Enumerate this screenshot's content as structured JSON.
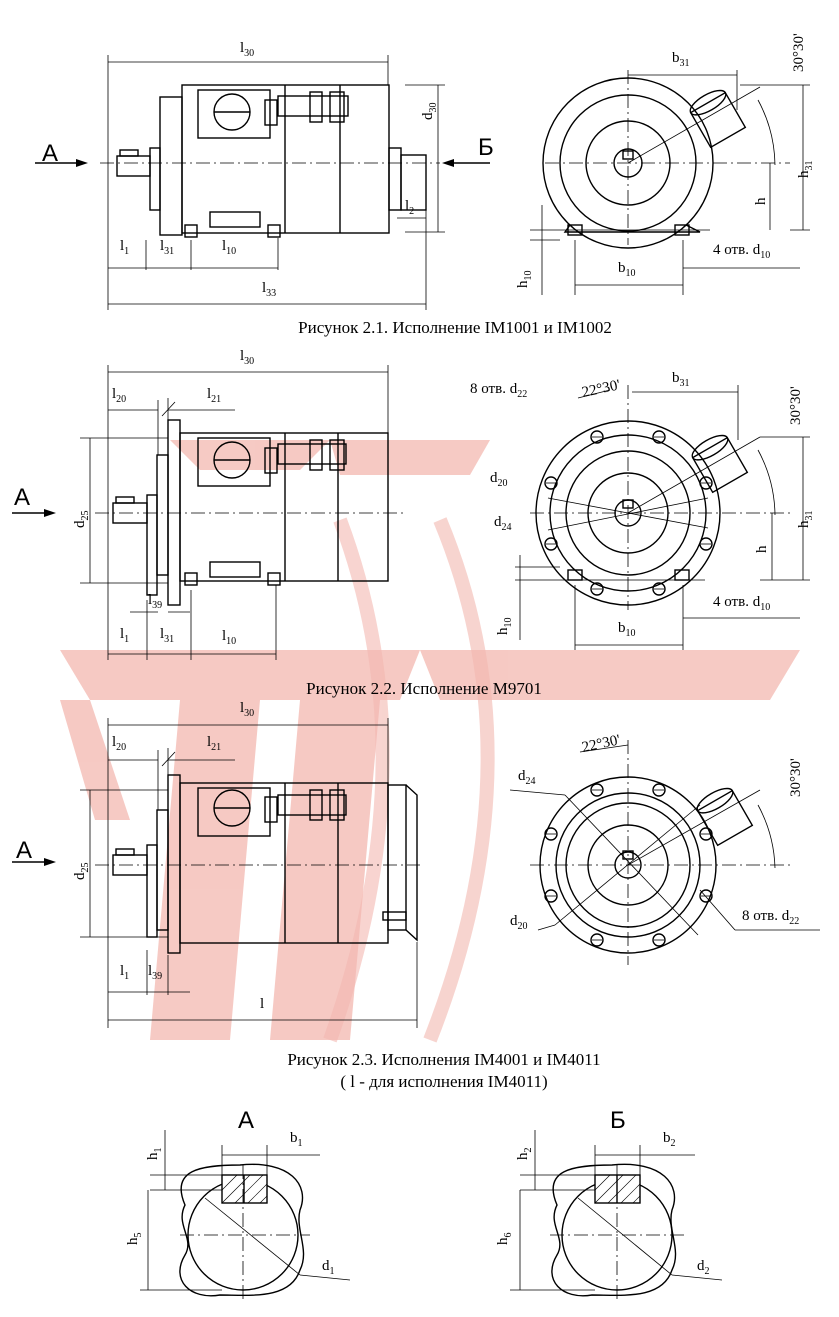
{
  "colors": {
    "line": "#000000",
    "watermark": "#f3b8b0",
    "background": "#ffffff"
  },
  "figure1": {
    "caption": "Рисунок 2.1. Исполнение IM1001 и IM1002",
    "view_a": "А",
    "view_b": "Б",
    "labels": {
      "l30": {
        "t": "l",
        "s": "30"
      },
      "d30": {
        "t": "d",
        "s": "30"
      },
      "l2": {
        "t": "l",
        "s": "2"
      },
      "l1": {
        "t": "l",
        "s": "1"
      },
      "l31": {
        "t": "l",
        "s": "31"
      },
      "l10": {
        "t": "l",
        "s": "10"
      },
      "l33": {
        "t": "l",
        "s": "33"
      },
      "b31": {
        "t": "b",
        "s": "31"
      },
      "angle": {
        "t": "30°30'",
        "s": ""
      },
      "h31": {
        "t": "h",
        "s": "31"
      },
      "h": {
        "t": "h",
        "s": ""
      },
      "holes": {
        "t": "4 отв. d",
        "s": "10"
      },
      "h10": {
        "t": "h",
        "s": "10"
      },
      "b10": {
        "t": "b",
        "s": "10"
      }
    }
  },
  "figure2": {
    "caption": "Рисунок 2.2. Исполнение М9701",
    "view_a": "А",
    "labels": {
      "l30": {
        "t": "l",
        "s": "30"
      },
      "l20": {
        "t": "l",
        "s": "20"
      },
      "l21": {
        "t": "l",
        "s": "21"
      },
      "d25": {
        "t": "d",
        "s": "25"
      },
      "l39": {
        "t": "l",
        "s": "39"
      },
      "l1": {
        "t": "l",
        "s": "1"
      },
      "l31": {
        "t": "l",
        "s": "31"
      },
      "l10": {
        "t": "l",
        "s": "10"
      },
      "holes8": {
        "t": "8 отв. d",
        "s": "22"
      },
      "angle22": {
        "t": "22°30'",
        "s": ""
      },
      "b31": {
        "t": "b",
        "s": "31"
      },
      "angle30": {
        "t": "30°30'",
        "s": ""
      },
      "d20": {
        "t": "d",
        "s": "20"
      },
      "d24": {
        "t": "d",
        "s": "24"
      },
      "h31": {
        "t": "h",
        "s": "31"
      },
      "h": {
        "t": "h",
        "s": ""
      },
      "h10": {
        "t": "h",
        "s": "10"
      },
      "holes4": {
        "t": "4 отв. d",
        "s": "10"
      },
      "b10": {
        "t": "b",
        "s": "10"
      }
    }
  },
  "figure3": {
    "caption": "Рисунок 2.3. Исполнения IM4001 и IM4011",
    "caption2": "( l - для исполнения IM4011)",
    "view_a": "А",
    "labels": {
      "l30": {
        "t": "l",
        "s": "30"
      },
      "l20": {
        "t": "l",
        "s": "20"
      },
      "l21": {
        "t": "l",
        "s": "21"
      },
      "d25": {
        "t": "d",
        "s": "25"
      },
      "l1": {
        "t": "l",
        "s": "1"
      },
      "l39": {
        "t": "l",
        "s": "39"
      },
      "l": {
        "t": "l",
        "s": ""
      },
      "angle22": {
        "t": "22°30'",
        "s": ""
      },
      "d24": {
        "t": "d",
        "s": "24"
      },
      "angle30": {
        "t": "30°30'",
        "s": ""
      },
      "d20": {
        "t": "d",
        "s": "20"
      },
      "holes8": {
        "t": "8 отв. d",
        "s": "22"
      }
    }
  },
  "figure4": {
    "title_a": "А",
    "title_b": "Б",
    "labels": {
      "h1": {
        "t": "h",
        "s": "1"
      },
      "b1": {
        "t": "b",
        "s": "1"
      },
      "h5": {
        "t": "h",
        "s": "5"
      },
      "d1": {
        "t": "d",
        "s": "1"
      },
      "h2": {
        "t": "h",
        "s": "2"
      },
      "b2": {
        "t": "b",
        "s": "2"
      },
      "h6": {
        "t": "h",
        "s": "6"
      },
      "d2": {
        "t": "d",
        "s": "2"
      }
    }
  }
}
